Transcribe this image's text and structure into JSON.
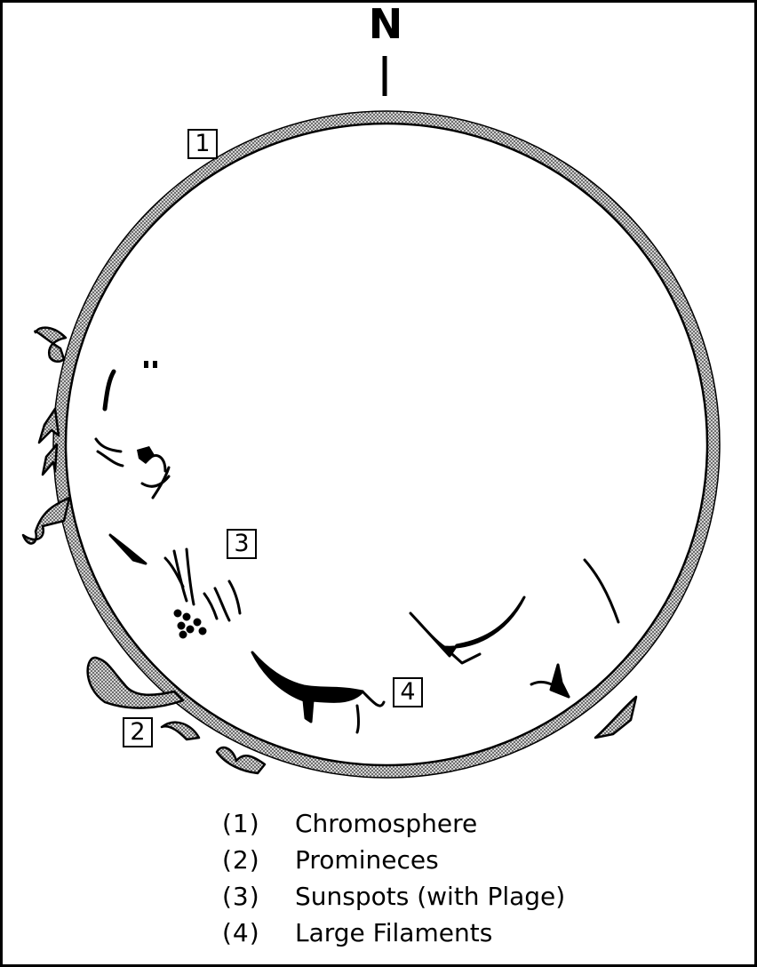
{
  "diagram": {
    "north_marker": "N",
    "callouts": {
      "c1": "1",
      "c2": "2",
      "c3": "3",
      "c4": "4"
    },
    "legend": [
      {
        "num": "(1)",
        "label": "Chromosphere"
      },
      {
        "num": "(2)",
        "label": "Promineces"
      },
      {
        "num": "(3)",
        "label": "Sunspots (with Plage)"
      },
      {
        "num": "(4)",
        "label": "Large Filaments"
      }
    ],
    "colors": {
      "ink": "#000000",
      "chromosphere_stipple": "#8a8a8a",
      "background": "#ffffff"
    }
  }
}
